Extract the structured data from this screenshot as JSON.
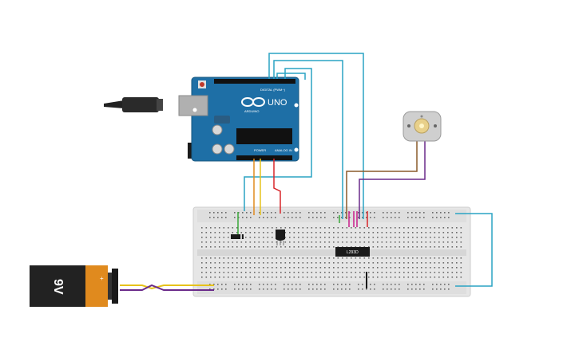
{
  "arduino": {
    "logo_text": "UNO",
    "brand_text": "ARDUINO",
    "digital_header": "DIGITAL (PWM~)",
    "power_header": "POWER",
    "analog_header": "ANALOG IN"
  },
  "battery": {
    "label": "9V"
  },
  "driver_ic": {
    "label": "L293D"
  },
  "colors": {
    "board": "#1e6fa6",
    "breadboard": "#e6e6e6",
    "wire_teal": "#2aa3c4",
    "wire_orange": "#e08a1e",
    "wire_yellow": "#e6c21a",
    "wire_red": "#d8262a",
    "wire_green": "#3aa83a",
    "wire_brown": "#8a5a2a",
    "wire_purple": "#6a2a8a",
    "wire_magenta": "#c81e8c",
    "battery_orange": "#e08a1e",
    "battery_black": "#222222"
  },
  "icons": {
    "usb": "usb-cable-icon",
    "motor": "dc-motor-icon",
    "transistor": "transistor-icon",
    "diode": "diode-icon"
  }
}
